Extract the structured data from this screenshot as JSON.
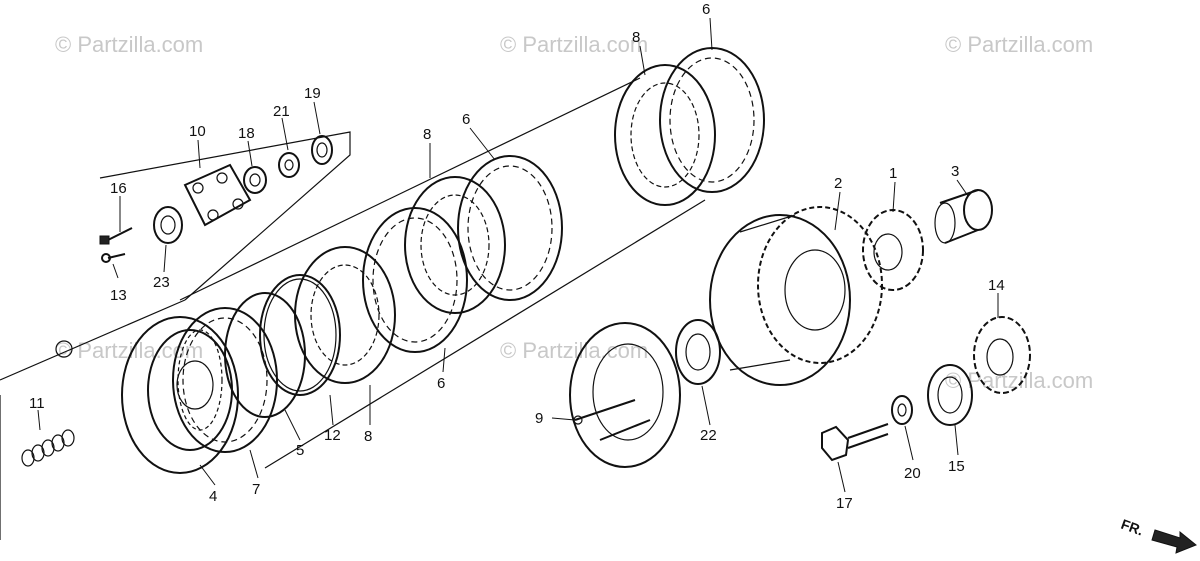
{
  "watermarks": [
    "© Partzilla.com",
    "© Partzilla.com",
    "© Partzilla.com",
    "© Partzilla.com",
    "© Partzilla.com",
    "© Partzilla.com"
  ],
  "callouts": [
    "1",
    "2",
    "3",
    "4",
    "5",
    "6",
    "6",
    "6",
    "7",
    "8",
    "8",
    "8",
    "9",
    "10",
    "11",
    "12",
    "13",
    "14",
    "15",
    "16",
    "17",
    "18",
    "19",
    "20",
    "21",
    "22",
    "23"
  ],
  "direction_label": "FR."
}
